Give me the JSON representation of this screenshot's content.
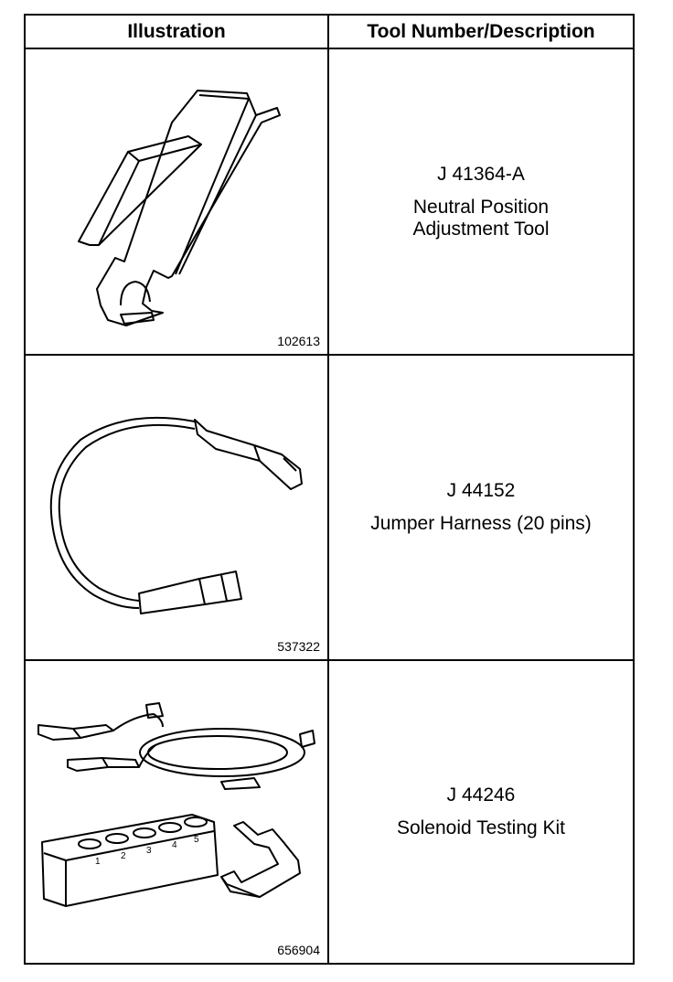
{
  "table": {
    "headers": {
      "illustration": "Illustration",
      "description": "Tool Number/Description"
    },
    "rows": [
      {
        "figure_number": "102613",
        "tool_number": "J 41364-A",
        "description_lines": [
          "Neutral Position",
          "Adjustment Tool"
        ]
      },
      {
        "figure_number": "537322",
        "tool_number": "J 44152",
        "description_lines": [
          "Jumper Harness (20 pins)"
        ]
      },
      {
        "figure_number": "656904",
        "tool_number": "J 44246",
        "description_lines": [
          "Solenoid Testing Kit"
        ]
      }
    ]
  },
  "illustration_labels": {
    "pin_numbers": [
      "1",
      "2",
      "3",
      "4",
      "5"
    ]
  }
}
